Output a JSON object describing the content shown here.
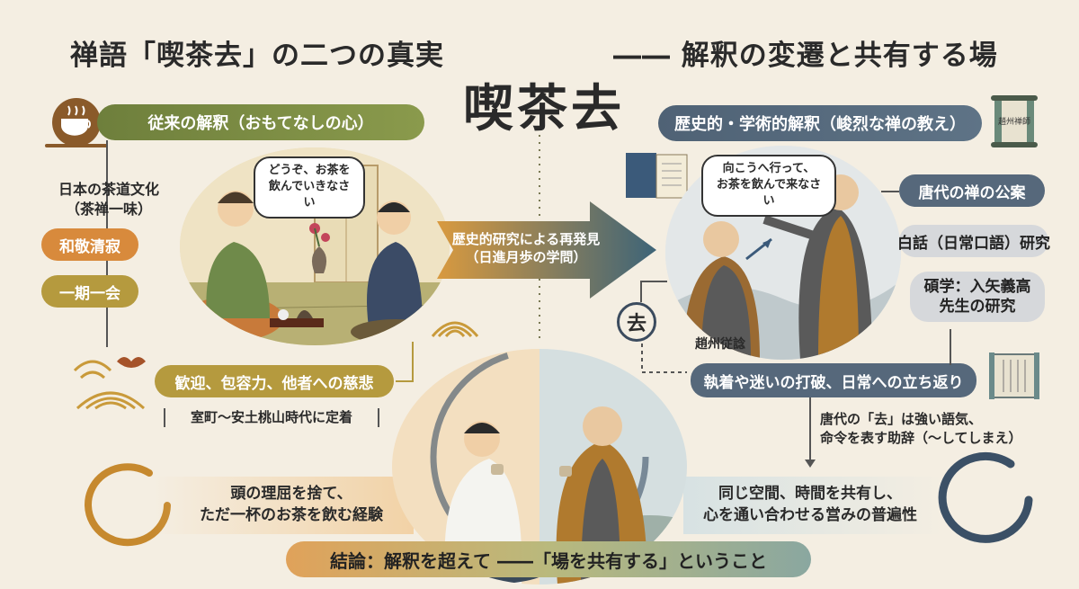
{
  "header": {
    "title_left": "禅語「喫茶去」の二つの真実",
    "title_right": "―― 解釈の変遷と共有する場",
    "main_title": "喫茶去"
  },
  "traditional": {
    "banner": "従来の解釈（おもてなしの心）",
    "culture_line1": "日本の茶道文化",
    "culture_line2": "（茶禅一味）",
    "pill1": "和敬清寂",
    "pill2": "一期一会",
    "speech_line1": "どうぞ、お茶を",
    "speech_line2": "飲んでいきなさい",
    "meaning": "歓迎、包容力、他者への慈悲",
    "era": "室町〜安土桃山時代に定着"
  },
  "arrow": {
    "line1": "歴史的研究による再発見",
    "line2": "（日進月歩の学問）"
  },
  "historical": {
    "banner": "歴史的・学術的解釈（峻烈な禅の教え）",
    "speech_line1": "向こうへ行って、",
    "speech_line2": "お茶を飲んで来なさい",
    "item1": "唐代の禅の公案",
    "item2": "白話（日常口語）研究",
    "item3_line1": "碩学：入矢義高",
    "item3_line2": "先生の研究",
    "monk_name": "趙州従諗",
    "kanji_badge": "去",
    "meaning": "執着や迷いの打破、日常への立ち返り",
    "note_line1": "唐代の「去」は強い語気、",
    "note_line2": "命令を表す助辞（〜してしまえ）",
    "scroll_text": "趙州禅師"
  },
  "bottom": {
    "left_line1": "頭の理屈を捨て、",
    "left_line2": "ただ一杯のお茶を飲む経験",
    "right_line1": "同じ空間、時間を共有し、",
    "right_line2": "心を通い合わせる営みの普遍性",
    "conclusion": "結論：解釈を超えて ――「場を共有する」ということ"
  },
  "colors": {
    "olive": "#6e7f3c",
    "orange": "#d88a3c",
    "slate": "#4f6275",
    "background": "#f4eee2"
  }
}
